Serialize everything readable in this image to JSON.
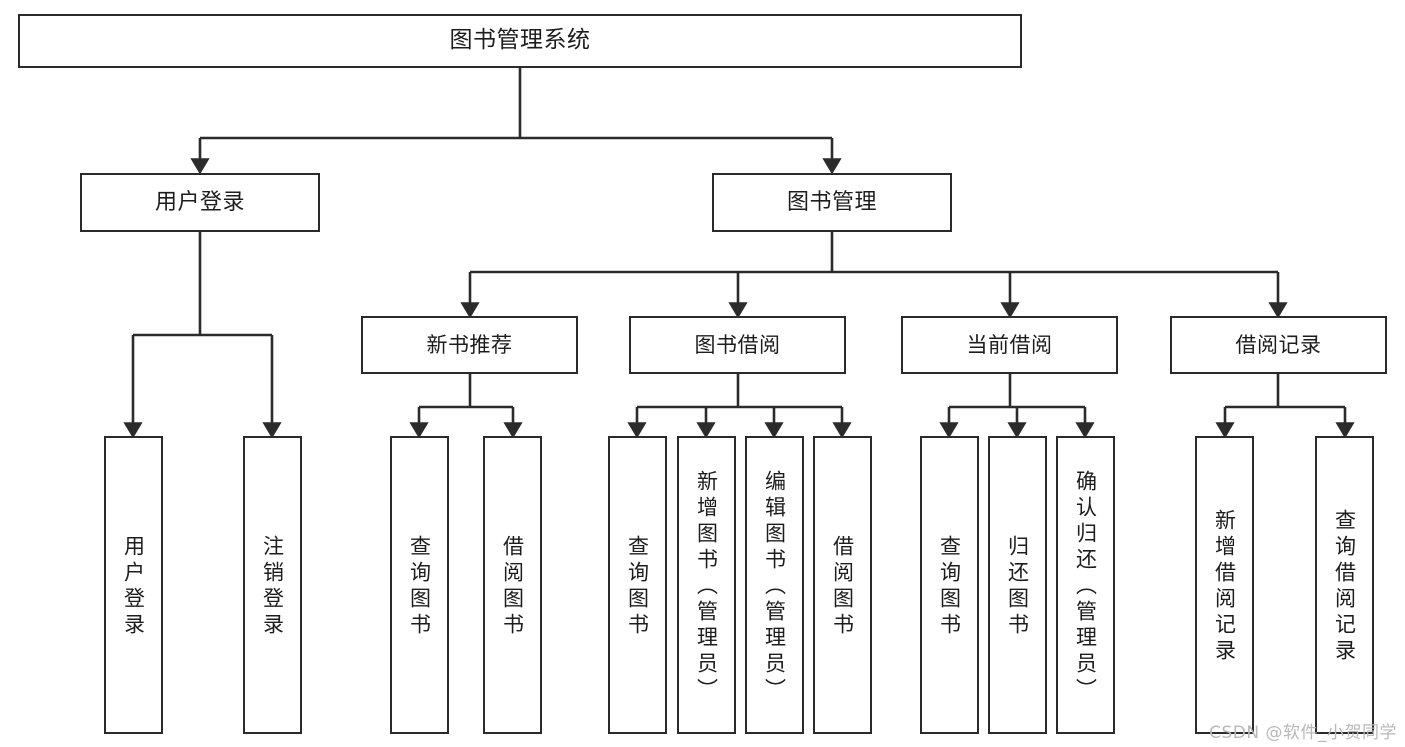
{
  "diagram": {
    "title": "图书管理系统",
    "watermark": "CSDN @软件_小贺同学",
    "stroke_color": "#2b2b2b",
    "background_color": "#ffffff",
    "text_color": "#1d1d1d",
    "watermark_color": "#b9b9b9",
    "type": "tree-hierarchy-diagram"
  },
  "nodes": {
    "root": {
      "label": "图书管理系统"
    },
    "level2": [
      {
        "label": "用户登录"
      },
      {
        "label": "图书管理"
      }
    ],
    "level3": [
      {
        "label": "新书推荐"
      },
      {
        "label": "图书借阅"
      },
      {
        "label": "当前借阅"
      },
      {
        "label": "借阅记录"
      }
    ],
    "leaves": {
      "user_login": [
        {
          "label": "用户登录"
        },
        {
          "label": "注销登录"
        }
      ],
      "new_book_recommend": [
        {
          "label": "查询图书"
        },
        {
          "label": "借阅图书"
        }
      ],
      "book_borrow": [
        {
          "label": "查询图书"
        },
        {
          "label": "新增图书（管理员）"
        },
        {
          "label": "编辑图书（管理员）"
        },
        {
          "label": "借阅图书"
        }
      ],
      "current_borrow": [
        {
          "label": "查询图书"
        },
        {
          "label": "归还图书"
        },
        {
          "label": "确认归还（管理员）"
        }
      ],
      "borrow_record": [
        {
          "label": "新增借阅记录"
        },
        {
          "label": "查询借阅记录"
        }
      ]
    }
  },
  "chart_data": {
    "type": "table",
    "title": "图书管理系统",
    "hierarchy": [
      {
        "label": "图书管理系统",
        "children": [
          {
            "label": "用户登录",
            "children": [
              {
                "label": "用户登录"
              },
              {
                "label": "注销登录"
              }
            ]
          },
          {
            "label": "图书管理",
            "children": [
              {
                "label": "新书推荐",
                "children": [
                  {
                    "label": "查询图书"
                  },
                  {
                    "label": "借阅图书"
                  }
                ]
              },
              {
                "label": "图书借阅",
                "children": [
                  {
                    "label": "查询图书"
                  },
                  {
                    "label": "新增图书（管理员）"
                  },
                  {
                    "label": "编辑图书（管理员）"
                  },
                  {
                    "label": "借阅图书"
                  }
                ]
              },
              {
                "label": "当前借阅",
                "children": [
                  {
                    "label": "查询图书"
                  },
                  {
                    "label": "归还图书"
                  },
                  {
                    "label": "确认归还（管理员）"
                  }
                ]
              },
              {
                "label": "借阅记录",
                "children": [
                  {
                    "label": "新增借阅记录"
                  },
                  {
                    "label": "查询借阅记录"
                  }
                ]
              }
            ]
          }
        ]
      }
    ]
  }
}
